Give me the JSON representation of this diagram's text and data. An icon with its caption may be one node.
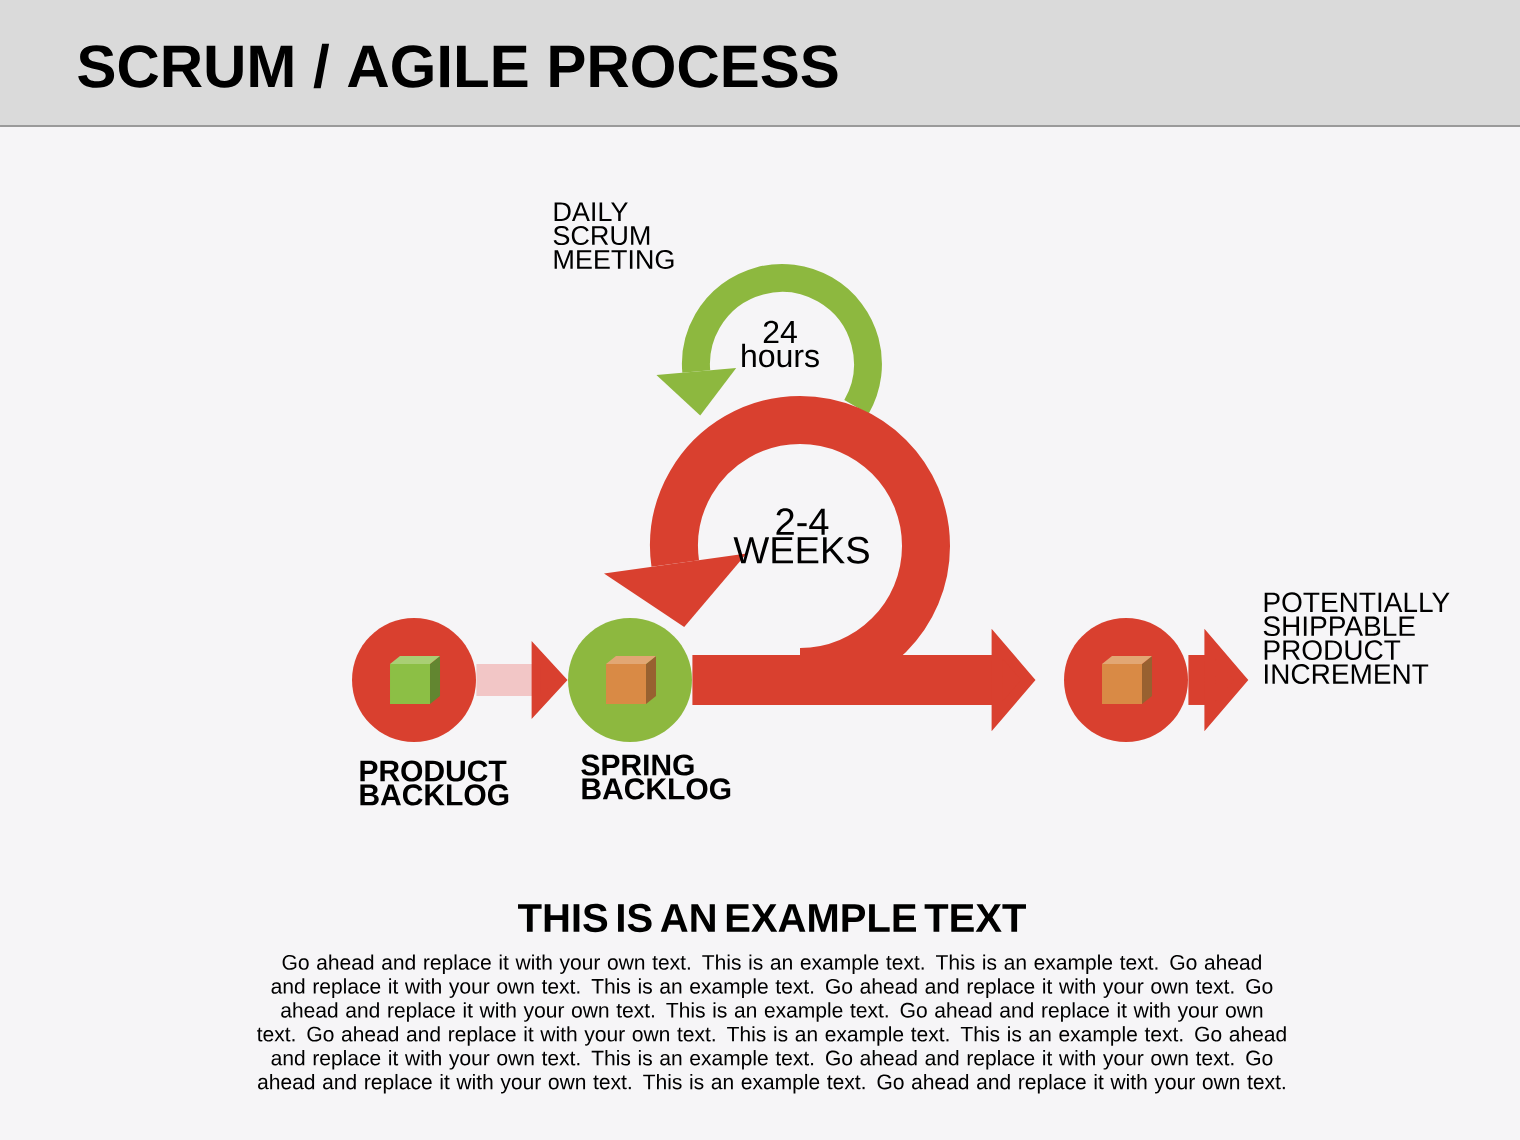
{
  "diagram": {
    "title": "SCRUM / AGILE PROCESS",
    "nodes": [
      {
        "text": [],
        "shape": "circle",
        "beside": [
          "PRODUCT BACKLOG"
        ]
      },
      {
        "text": [],
        "shape": "circle",
        "beside": [
          "SPRING BACKLOG"
        ]
      },
      {
        "text": [],
        "shape": "circle",
        "beside": [
          "POTENTIALLY SHIPPABLE PRODUCT INCREMENT"
        ]
      }
    ],
    "edges": [
      {
        "from": 0,
        "to": 1,
        "arrow": "to",
        "color": "#f2c6c6"
      },
      {
        "from": 1,
        "to": 2,
        "arrow": "to"
      },
      {
        "from": 2,
        "to": null,
        "arrow": "to"
      }
    ],
    "labels": [
      "DAILY SCRUM MEETING",
      "24 hours",
      "2-4 WEEKS",
      "THIS IS AN EXAMPLE TEXT",
      "Go ahead and replace it with your own text. This is an example text. This is an example text. Go ahead and replace it with your own text. This is an example text. Go ahead and replace it with your own text. Go ahead and replace it with your own text. This is an example text. Go ahead and replace it with your own text. Go ahead and replace it with your own text. This is an example text. This is an example text. Go ahead and replace it with your own text. This is an example text. Go ahead and replace it with your own text. Go ahead and replace it with your own text. This is an example text. Go ahead and replace it with your own text."
    ]
  }
}
